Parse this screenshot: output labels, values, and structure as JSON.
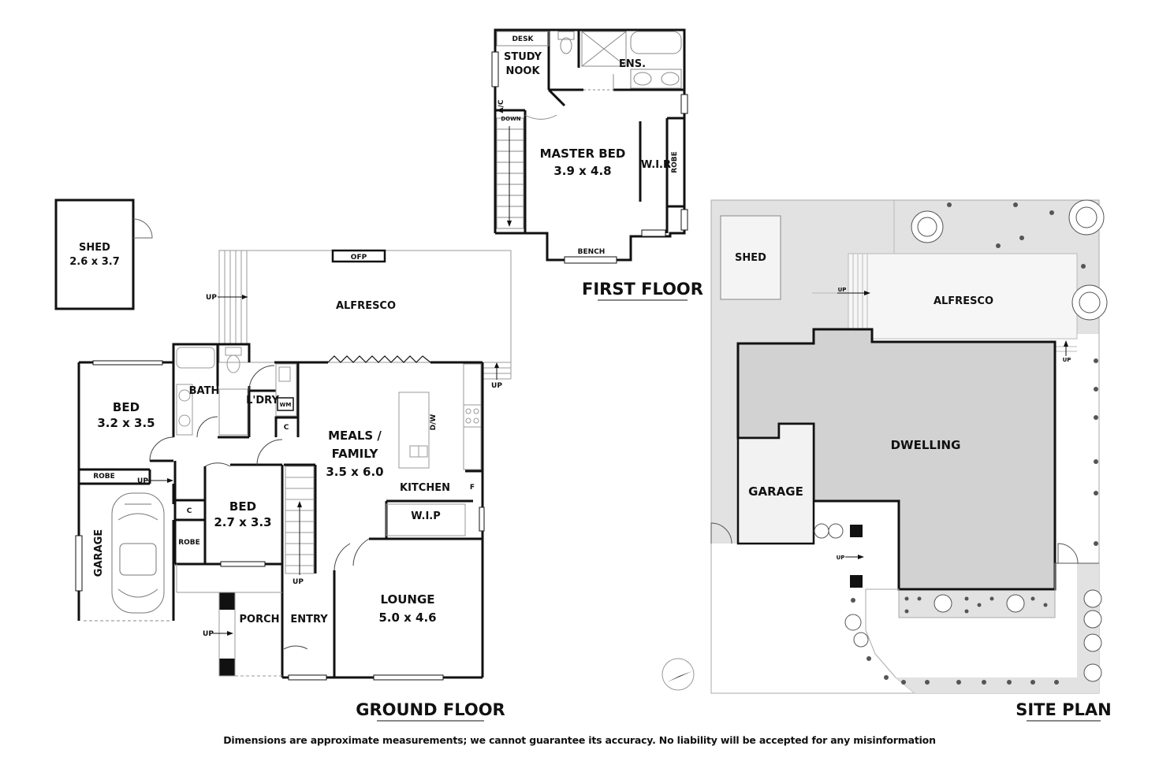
{
  "floors": {
    "ground": "GROUND FLOOR",
    "first": "FIRST FLOOR",
    "site": "SITE PLAN"
  },
  "rooms": {
    "shed": {
      "name": "SHED",
      "dim": "2.6 x 3.7"
    },
    "alfresco": "ALFRESCO",
    "ofp": "OFP",
    "bed1": {
      "name": "BED",
      "dim": "3.2 x 3.5"
    },
    "bath": "BATH",
    "laundry": "L'DRY",
    "wm": "WM",
    "cupboard": "C",
    "meals": {
      "line1": "MEALS /",
      "line2": "FAMILY",
      "dim": "3.5 x 6.0"
    },
    "dw": "D/W",
    "kitchen": "KITCHEN",
    "fridge": "F",
    "wip": "W.I.P",
    "robe": "ROBE",
    "bed2": {
      "name": "BED",
      "dim": "2.7 x 3.3"
    },
    "garage": "GARAGE",
    "porch": "PORCH",
    "entry": "ENTRY",
    "lounge": {
      "name": "LOUNGE",
      "dim": "5.0 x 4.6"
    },
    "up": "UP",
    "desk": "DESK",
    "study": {
      "line1": "STUDY",
      "line2": "NOOK"
    },
    "ens": "ENS.",
    "ac": "A/C",
    "down": "DOWN",
    "master": {
      "name": "MASTER BED",
      "dim": "3.9 x 4.8"
    },
    "wir": "W.I.R",
    "bench": "BENCH"
  },
  "site": {
    "shed": "SHED",
    "alfresco": "ALFRESCO",
    "dwelling": "DWELLING",
    "garage": "GARAGE",
    "up": "UP"
  },
  "disclaimer": "Dimensions are approximate measurements; we cannot guarantee its accuracy. No liability will be accepted for any misinformation",
  "colors": {
    "wall": "#111111",
    "site_fill": "#d2d2d2",
    "grey_ground": "#e2e2e2",
    "light_line": "#bbbbbb"
  }
}
